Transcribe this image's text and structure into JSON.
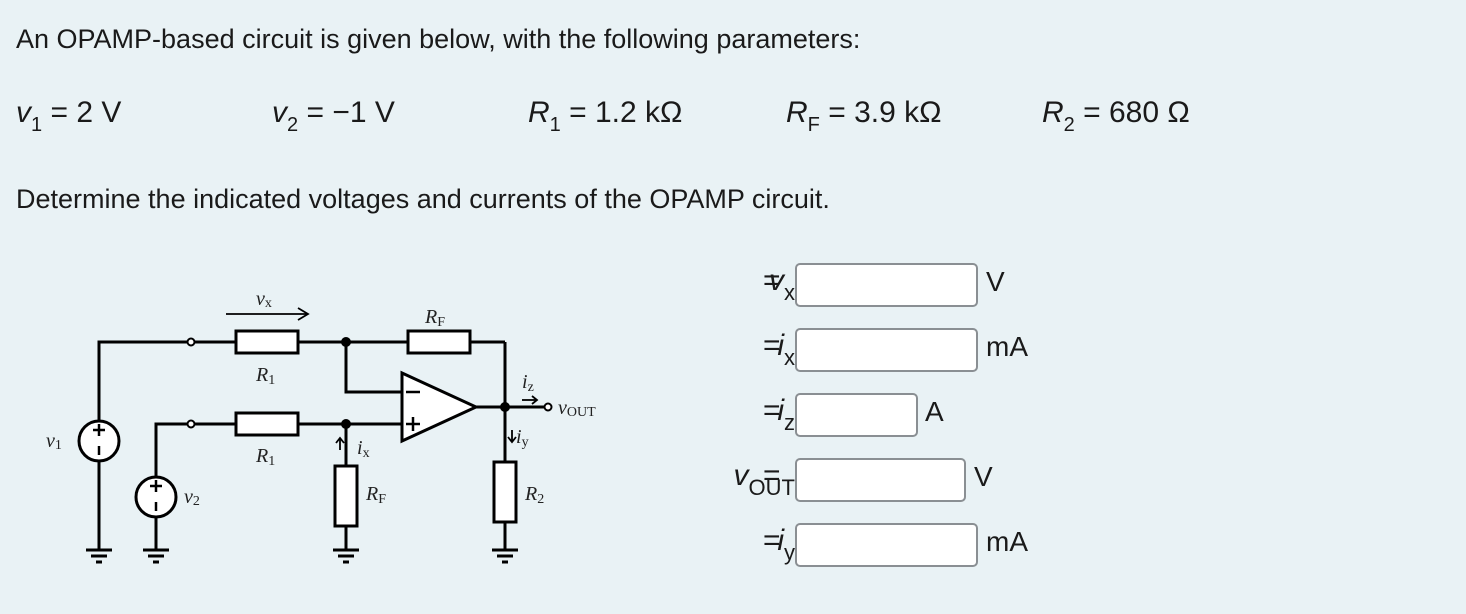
{
  "intro": "An OPAMP-based circuit is given below, with the following parameters:",
  "params": [
    {
      "sym": "v",
      "sub": "1",
      "value": "= 2 V"
    },
    {
      "sym": "v",
      "sub": "2",
      "value": "= −1 V"
    },
    {
      "sym": "R",
      "sub": "1",
      "value": "= 1.2 kΩ"
    },
    {
      "sym": "R",
      "sub": "F",
      "value": "= 3.9 kΩ"
    },
    {
      "sym": "R",
      "sub": "2",
      "value": "= 680 Ω"
    }
  ],
  "task": "Determine the indicated voltages and currents of the OPAMP circuit.",
  "circuit": {
    "vx": "v",
    "vx_sub": "x",
    "rf_top": "R",
    "rf_top_sub": "F",
    "r1_top": "R",
    "r1_top_sub": "1",
    "r1_bot": "R",
    "r1_bot_sub": "1",
    "iz": "i",
    "iz_sub": "z",
    "vout": "v",
    "vout_sub": "OUT",
    "iy": "i",
    "iy_sub": "y",
    "ix": "i",
    "ix_sub": "x",
    "v1": "v",
    "v1_sub": "1",
    "v2": "v",
    "v2_sub": "2",
    "rf_bot": "R",
    "rf_bot_sub": "F",
    "r2": "R",
    "r2_sub": "2"
  },
  "answers": [
    {
      "sym": "v",
      "sub": "x",
      "eq": "=",
      "value": "",
      "unit": "V"
    },
    {
      "sym": "i",
      "sub": "x",
      "eq": "=",
      "value": "",
      "unit": "mA"
    },
    {
      "sym": "i",
      "sub": "z",
      "eq": "=",
      "value": "",
      "unit": "A"
    },
    {
      "sym": "v",
      "sub": "OUT",
      "eq": "=",
      "value": "",
      "unit": "V"
    },
    {
      "sym": "i",
      "sub": "y",
      "eq": "=",
      "value": "",
      "unit": "mA"
    }
  ]
}
